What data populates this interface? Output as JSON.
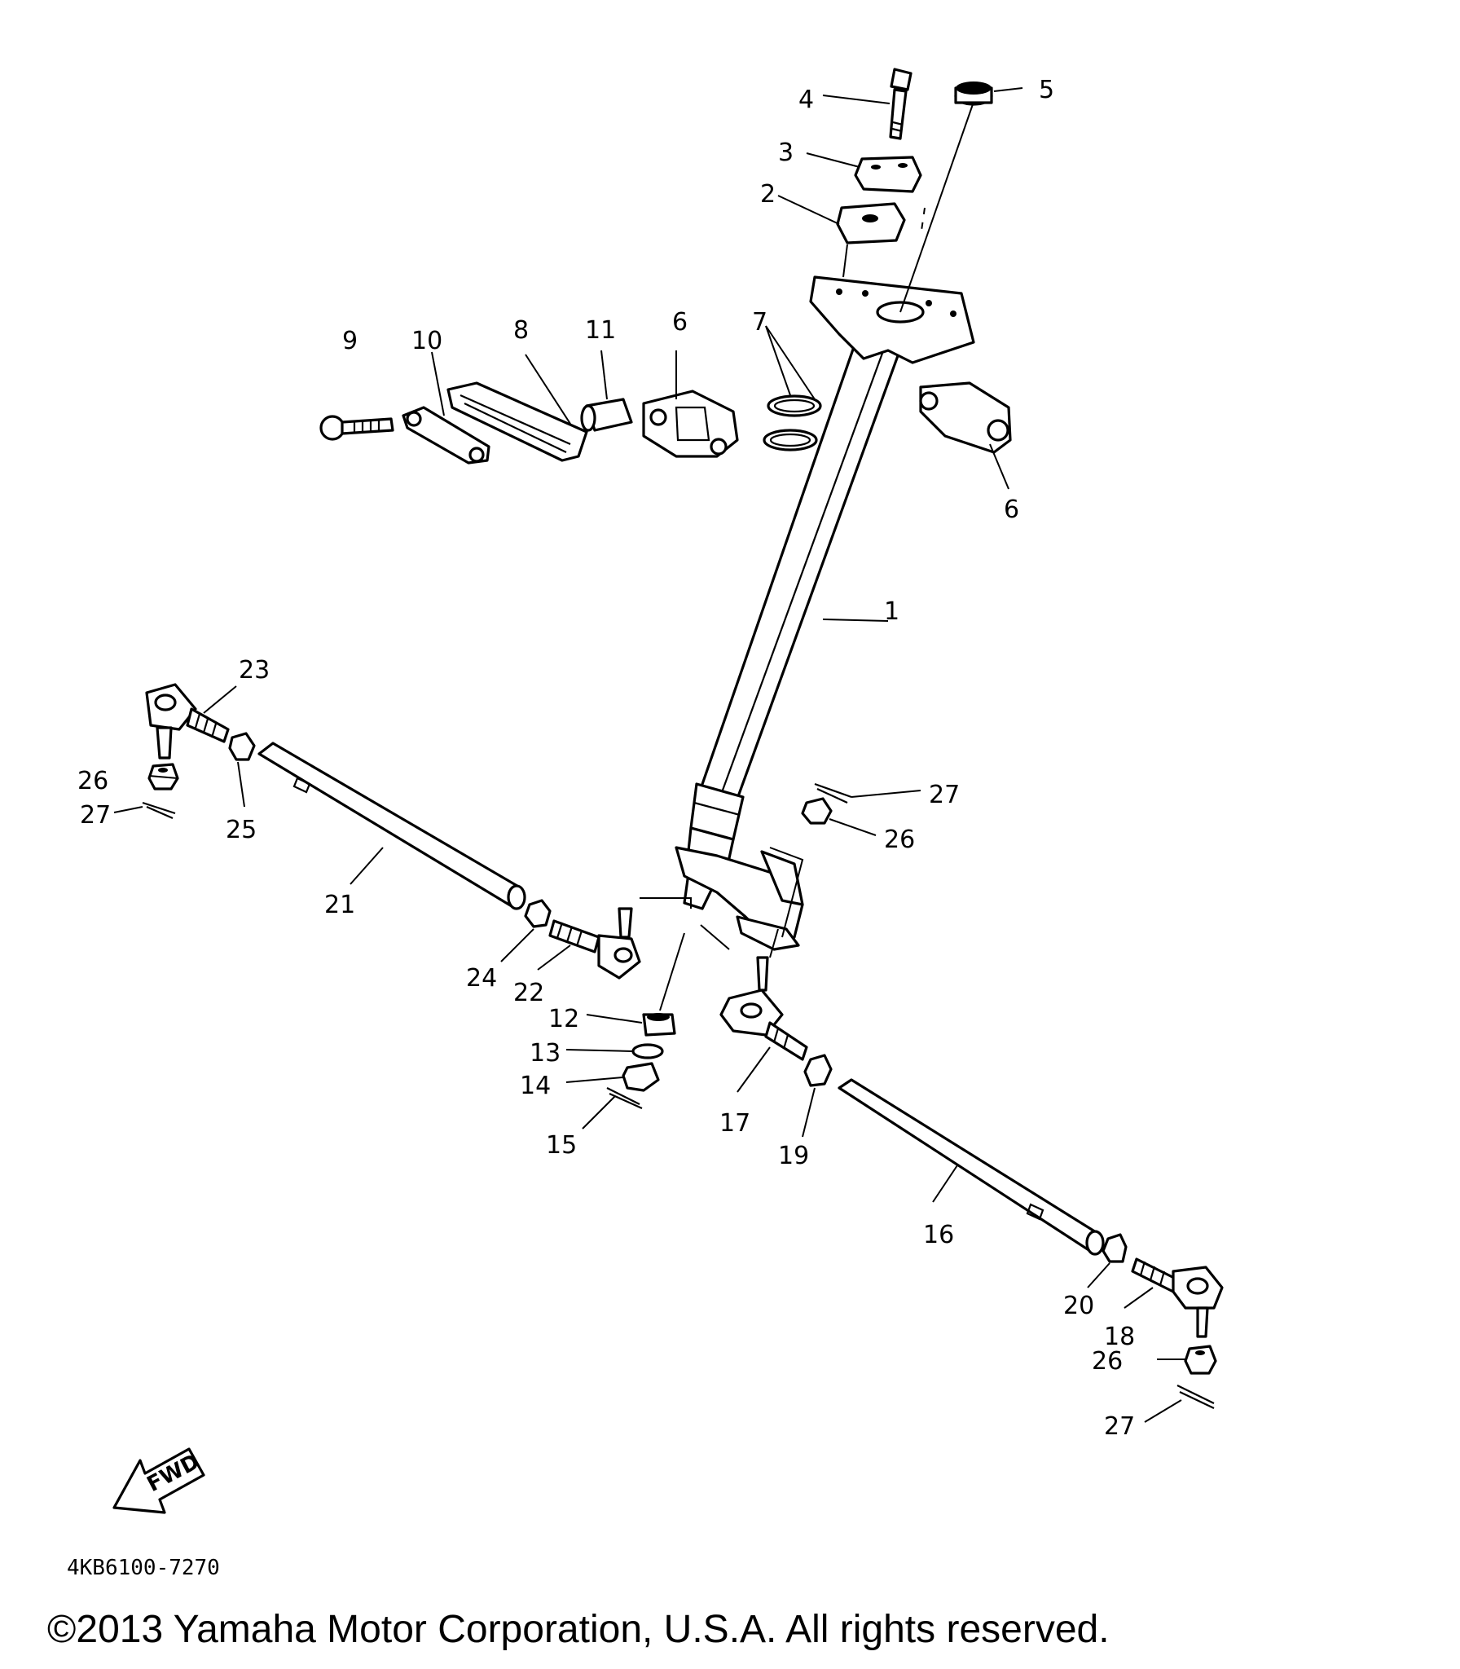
{
  "diagram": {
    "part_code": "4KB6100-7270",
    "copyright": "©2013 Yamaha Motor Corporation, U.S.A. All rights reserved.",
    "fwd_label": "FWD",
    "callouts": {
      "c1": "1",
      "c2": "2",
      "c3": "3",
      "c4": "4",
      "c5": "5",
      "c6a": "6",
      "c6b": "6",
      "c7": "7",
      "c8": "8",
      "c9": "9",
      "c10": "10",
      "c11": "11",
      "c12": "12",
      "c13": "13",
      "c14": "14",
      "c15": "15",
      "c16": "16",
      "c17": "17",
      "c18": "18",
      "c19": "19",
      "c20": "20",
      "c21": "21",
      "c22": "22",
      "c23": "23",
      "c24": "24",
      "c25": "25",
      "c26a": "26",
      "c26b": "26",
      "c26c": "26",
      "c27a": "27",
      "c27b": "27",
      "c27c": "27"
    }
  }
}
